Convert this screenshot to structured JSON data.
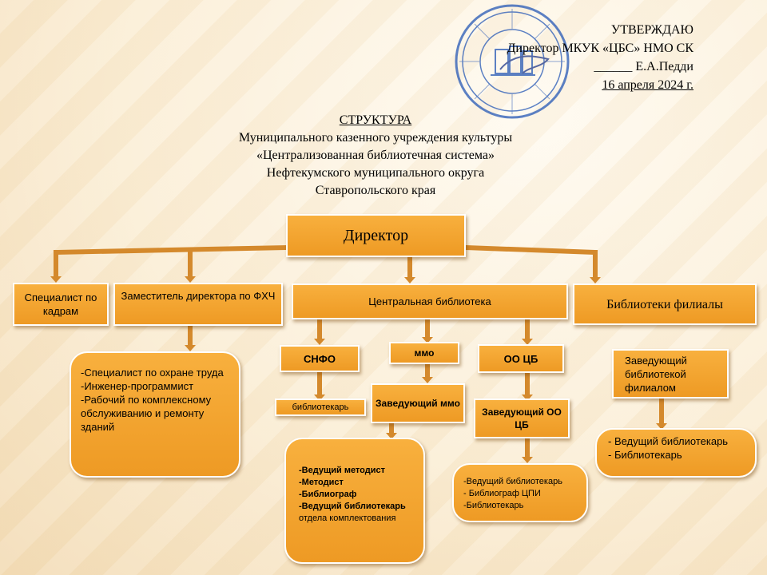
{
  "approval": {
    "line1": "УТВЕРЖДАЮ",
    "line2": "Директор МКУК «ЦБС» НМО СК",
    "line3": "______ Е.А.Педди",
    "line4": "16 апреля   2024 г."
  },
  "title": {
    "heading": "СТРУКТУРА",
    "line1": "Муниципального казенного учреждения культуры",
    "line2": "«Централизованная библиотечная система»",
    "line3": "Нефтекумского муниципального округа",
    "line4": "Ставропольского края"
  },
  "chart": {
    "director": "Директор",
    "hr_specialist": "Специалист по кадрам",
    "deputy": "Заместитель директора по ФХЧ",
    "central_library": "Центральная библиотека",
    "branches": "Библиотеки филиалы",
    "deputy_staff": [
      "-Специалист по охране труда",
      "-Инженер-программист",
      " -Рабочий по комплексному обслуживанию и ремонту зданий"
    ],
    "snfo": "СНФО",
    "snfo_staff": "библиотекарь",
    "mmo": "ммо",
    "mmo_head": "Заведующий ммо",
    "mmo_staff": [
      "-Ведущий методист",
      "-Методист",
      "-Библиограф",
      "-Ведущий библиотекарь",
      " отдела комплектования"
    ],
    "oocb": "ОО ЦБ",
    "oocb_head": "Заведующий ОО ЦБ",
    "oocb_staff": [
      "-Ведущий библиотекарь",
      "- Библиограф ЦПИ",
      "-Библиотекарь"
    ],
    "branch_head": "Заведующий библиотекой филиалом",
    "branch_staff": [
      "- Ведущий библиотекарь",
      "- Библиотекарь"
    ]
  },
  "colors": {
    "box_fill": "#f0a02c",
    "connector": "#d4892c",
    "stamp": "#2f5fb8"
  }
}
